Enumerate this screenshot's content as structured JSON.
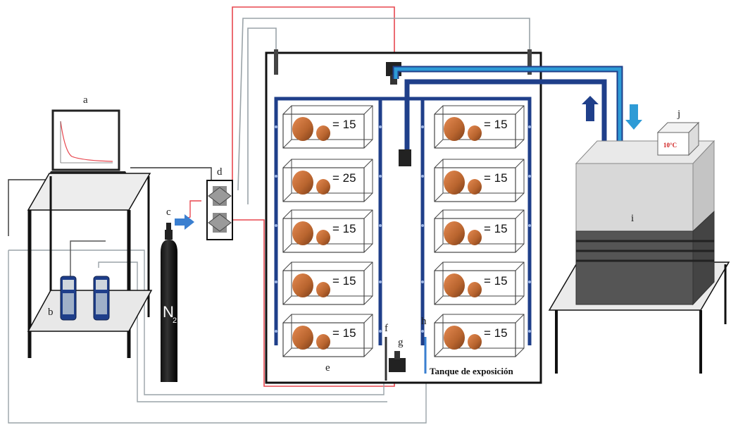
{
  "labels": {
    "a": "a",
    "b": "b",
    "c": "c",
    "d": "d",
    "e": "e",
    "f": "f",
    "g": "g",
    "h": "h",
    "i": "i",
    "j": "j"
  },
  "cylinder_text": "N",
  "cylinder_subscript": "2",
  "tank_title": "Tanque de exposición",
  "chiller_display": "10°C",
  "left_column_counts": [
    "= 15",
    "= 25",
    "= 15",
    "= 15",
    "= 15"
  ],
  "right_column_counts": [
    "= 15",
    "= 15",
    "= 15",
    "= 15",
    "= 15"
  ],
  "colors": {
    "red_line": "#e8474f",
    "gray_line": "#9aa3a8",
    "dark_blue_pipe": "#1f3f8a",
    "light_blue_pipe": "#2e9bd6",
    "scallop": "#b8642e",
    "arrow_blue": "#3a7fd0"
  }
}
